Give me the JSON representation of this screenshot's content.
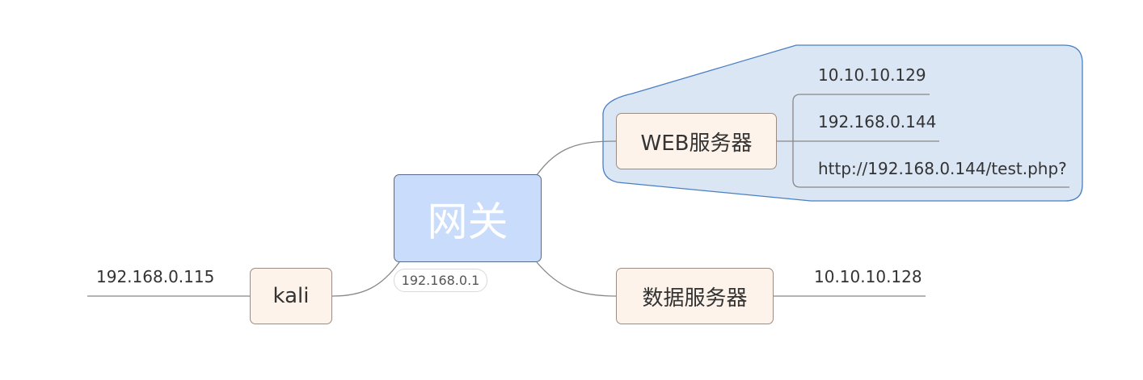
{
  "central": {
    "title": "网关",
    "label": "192.168.0.1"
  },
  "topics": {
    "web": {
      "title": "WEB服务器",
      "details": [
        "10.10.10.129",
        "192.168.0.144",
        "http://192.168.0.144/test.php?"
      ]
    },
    "db": {
      "title": "数据服务器",
      "details": [
        "10.10.10.128"
      ]
    },
    "kali": {
      "title": "kali",
      "details": [
        "192.168.0.115"
      ]
    }
  },
  "colors": {
    "central_fill": "#c9dcfb",
    "central_border": "#556b8c",
    "topic_fill": "#fdf3ea",
    "topic_border": "#9a8c83",
    "boundary_fill": "#dbe6f4",
    "boundary_border": "#4a7fc1",
    "connector": "#888888"
  }
}
